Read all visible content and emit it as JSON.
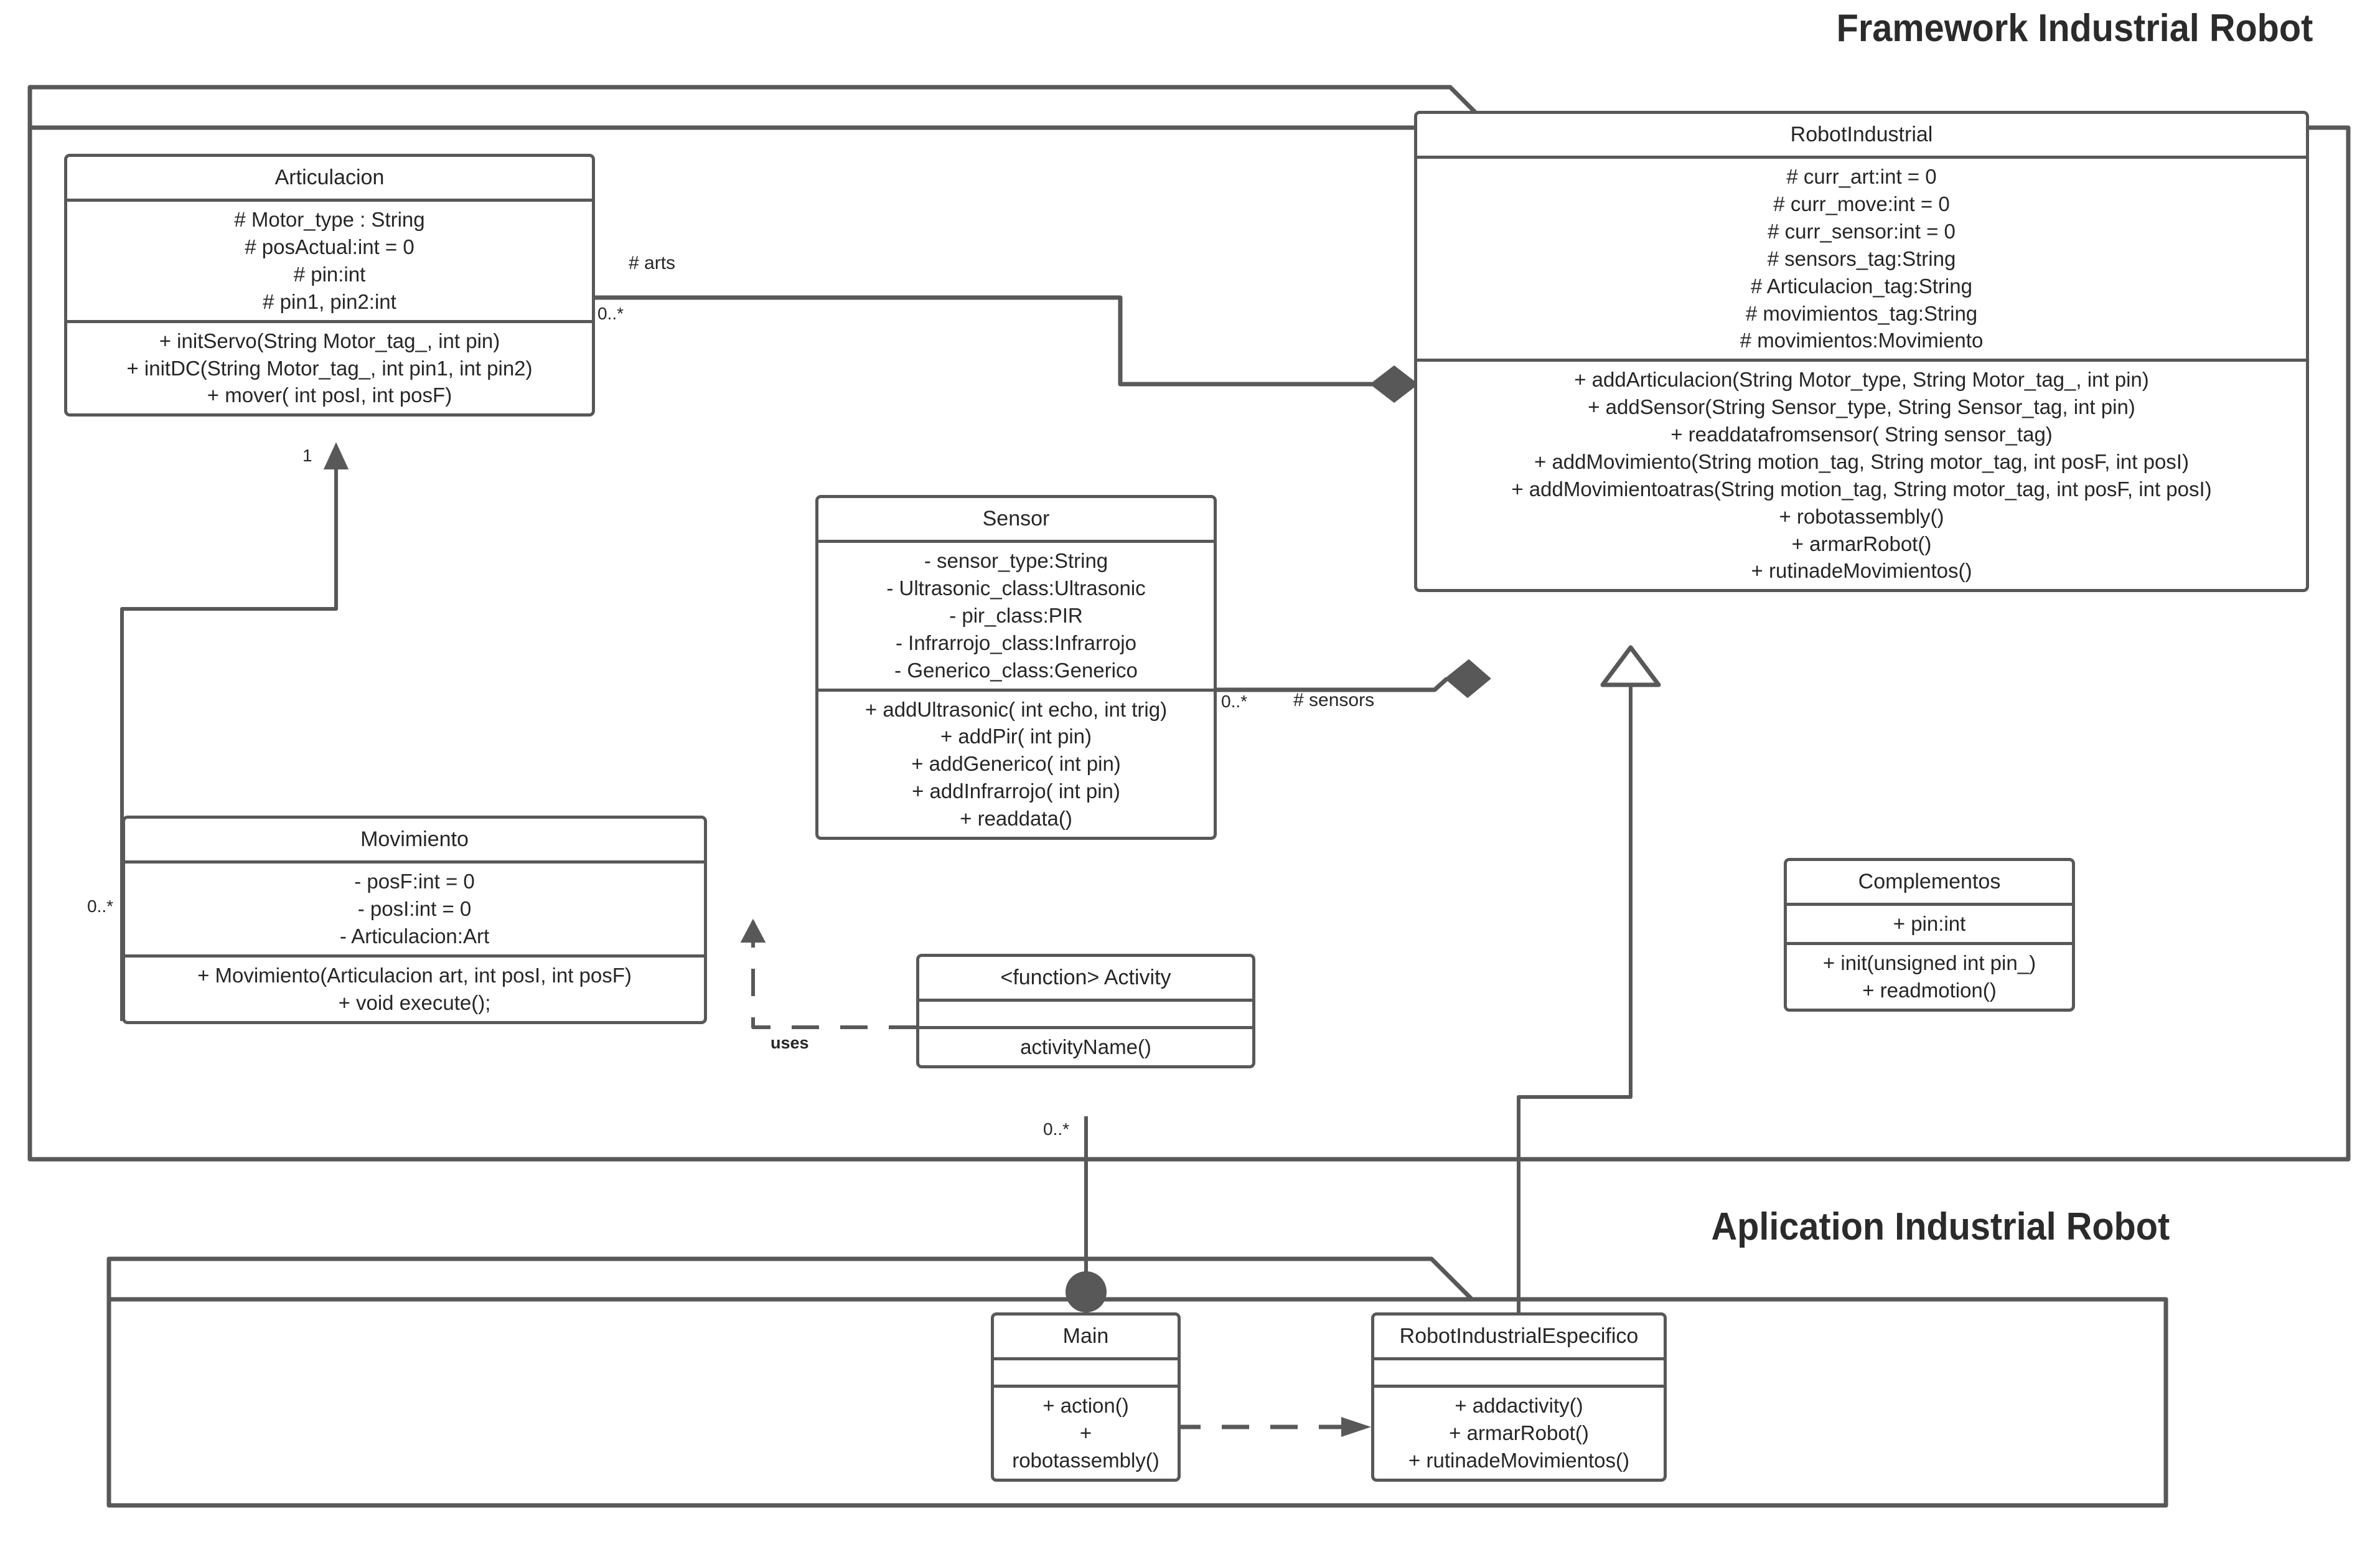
{
  "diagram": {
    "type": "uml-class-diagram",
    "packages": [
      {
        "id": "framework",
        "title": "Framework Industrial Robot"
      },
      {
        "id": "aplication",
        "title": "Aplication Industrial Robot"
      }
    ]
  },
  "classes": {
    "articulacion": {
      "name": "Articulacion",
      "attributes": [
        "# Motor_type : String",
        "# posActual:int = 0",
        "# pin:int",
        "# pin1, pin2:int"
      ],
      "operations": [
        "+ initServo(String Motor_tag_, int pin)",
        "+ initDC(String Motor_tag_, int pin1, int pin2)",
        "+ mover( int posI, int posF)"
      ]
    },
    "robotindustrial": {
      "name": "RobotIndustrial",
      "attributes": [
        "# curr_art:int = 0",
        "# curr_move:int = 0",
        "# curr_sensor:int = 0",
        "# sensors_tag:String",
        "# Articulacion_tag:String",
        "# movimientos_tag:String",
        "# movimientos:Movimiento"
      ],
      "operations": [
        "+ addArticulacion(String Motor_type, String Motor_tag_, int pin)",
        "+ addSensor(String Sensor_type, String Sensor_tag, int pin)",
        "+ readdatafromsensor( String sensor_tag)",
        "+ addMovimiento(String motion_tag, String motor_tag, int posF, int posI)",
        "+ addMovimientoatras(String motion_tag, String motor_tag, int posF, int posI)",
        "+ robotassembly()",
        "+ armarRobot()",
        "+ rutinadeMovimientos()"
      ]
    },
    "sensor": {
      "name": "Sensor",
      "attributes": [
        "- sensor_type:String",
        "- Ultrasonic_class:Ultrasonic",
        "- pir_class:PIR",
        "- Infrarrojo_class:Infrarrojo",
        "- Generico_class:Generico"
      ],
      "operations": [
        "+ addUltrasonic( int echo, int trig)",
        "+ addPir( int pin)",
        "+ addGenerico( int pin)",
        "+ addInfrarrojo( int pin)",
        "+ readdata()"
      ]
    },
    "movimiento": {
      "name": "Movimiento",
      "attributes": [
        "- posF:int = 0",
        "- posI:int = 0",
        "- Articulacion:Art"
      ],
      "operations": [
        "+ Movimiento(Articulacion art, int posI, int posF)",
        "+ void execute();"
      ]
    },
    "activity": {
      "name": "<function> Activity",
      "attributes": [],
      "operations": [
        "activityName()"
      ]
    },
    "complementos": {
      "name": "Complementos",
      "attributes": [
        "+ pin:int"
      ],
      "operations": [
        "+ init(unsigned int pin_)",
        "+ readmotion()"
      ]
    },
    "main": {
      "name": "Main",
      "attributes": [],
      "operations": [
        "+ action()",
        "+",
        "robotassembly()"
      ]
    },
    "robotindustrialespecifico": {
      "name": "RobotIndustrialEspecifico",
      "attributes": [],
      "operations": [
        "+ addactivity()",
        "+ armarRobot()",
        "+ rutinadeMovimientos()"
      ]
    }
  },
  "edges": {
    "arts": {
      "role": "# arts",
      "mult": "0..*"
    },
    "sensors": {
      "role": "# sensors",
      "mult": "0..*"
    },
    "movimiento_articulacion": {
      "mult_target": "1",
      "mult_source": "0..*"
    },
    "uses": {
      "label": "uses"
    },
    "activity_main": {
      "mult": "0..*"
    }
  },
  "colors": {
    "stroke": "#585858",
    "text": "#262626",
    "background": "#ffffff",
    "fill_marker": "#585858"
  }
}
